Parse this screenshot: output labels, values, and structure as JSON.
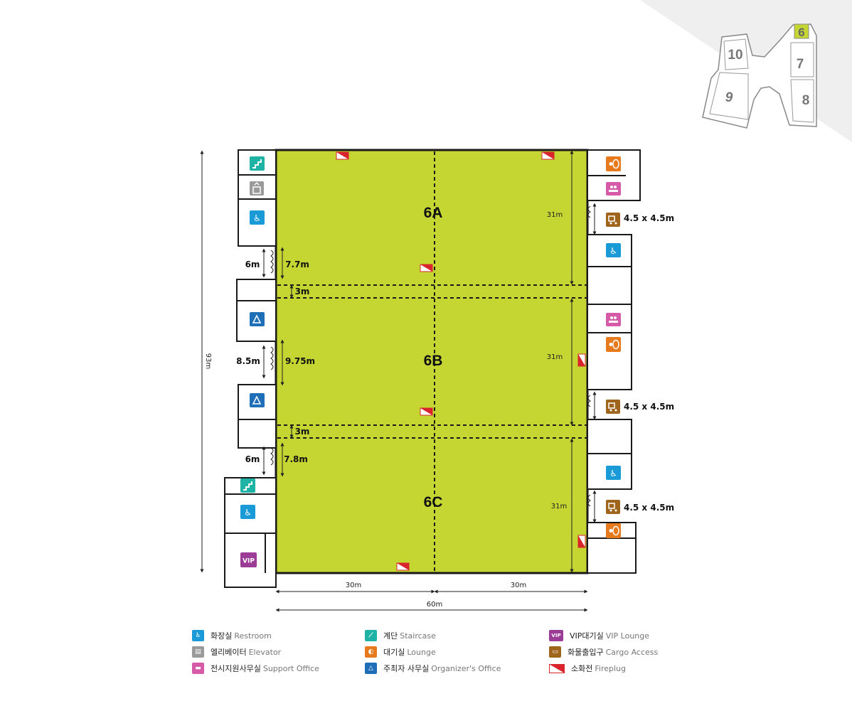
{
  "colors": {
    "hall_fill": "#c5d633",
    "wall": "#1a1a1a",
    "restroom": "#1a9ad6",
    "elevator": "#9a9a9a",
    "support": "#d65aa8",
    "staircase": "#1fb3a6",
    "lounge": "#e87a1e",
    "organizer": "#1f6fb8",
    "vip": "#9b3d97",
    "cargo": "#a0651d",
    "fireplug": "#d8242a"
  },
  "keymap": {
    "halls": [
      "6",
      "7",
      "8",
      "9",
      "10"
    ],
    "active": "6"
  },
  "halls": {
    "a": "6A",
    "b": "6B",
    "c": "6C"
  },
  "dimensions": {
    "total_height": "93m",
    "total_width": "60m",
    "half_width_left": "30m",
    "half_width_right": "30m",
    "hall_a_depth": "31m",
    "hall_b_depth": "31m",
    "hall_c_depth": "31m",
    "divider_gap_1": "3m",
    "divider_gap_2": "3m",
    "door_a_width": "6m",
    "door_a_span": "7.7m",
    "door_b_width": "8.5m",
    "door_b_span": "9.75m",
    "door_c_width": "6m",
    "door_c_span": "7.8m",
    "cargo_door_1": "4.5 x 4.5m",
    "cargo_door_2": "4.5 x 4.5m",
    "cargo_door_3": "4.5 x 4.5m"
  },
  "icons": {
    "vip_text": "VIP"
  },
  "legend": [
    {
      "icon": "restroom-icon",
      "color_key": "restroom",
      "ko": "화장실",
      "en": "Restroom"
    },
    {
      "icon": "elevator-icon",
      "color_key": "elevator",
      "ko": "엘리베이터",
      "en": "Elevator"
    },
    {
      "icon": "support-office-icon",
      "color_key": "support",
      "ko": "전시지원사무실",
      "en": "Support Office"
    },
    {
      "icon": "staircase-icon",
      "color_key": "staircase",
      "ko": "계단",
      "en": "Staircase"
    },
    {
      "icon": "lounge-icon",
      "color_key": "lounge",
      "ko": "대기실",
      "en": "Lounge"
    },
    {
      "icon": "organizer-office-icon",
      "color_key": "organizer",
      "ko": "주최자 사무실",
      "en": "Organizer's Office"
    },
    {
      "icon": "vip-lounge-icon",
      "color_key": "vip",
      "ko": "VIP대기실",
      "en": "VIP Lounge"
    },
    {
      "icon": "cargo-access-icon",
      "color_key": "cargo",
      "ko": "화물출입구",
      "en": "Cargo Access"
    },
    {
      "icon": "fireplug-icon",
      "color_key": "fireplug",
      "ko": "소화전",
      "en": "Fireplug"
    }
  ]
}
